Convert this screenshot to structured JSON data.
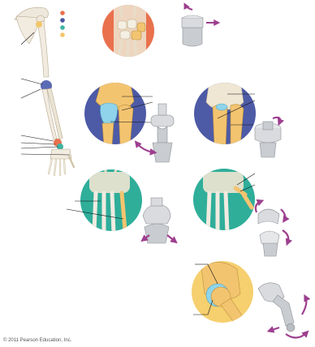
{
  "figure": {
    "credit": "© 2011 Pearson Education, Inc.",
    "legend_dots": [
      {
        "color": "#e9714d"
      },
      {
        "color": "#4a56a0"
      },
      {
        "color": "#3fb3a3"
      },
      {
        "color": "#f2c66b"
      }
    ],
    "panels": [
      {
        "id": "gliding",
        "bg": "#e9714d",
        "model": "plane"
      },
      {
        "id": "hinge",
        "bg": "#4d5aa6",
        "model": "hinge"
      },
      {
        "id": "pivot",
        "bg": "#4d5aa6",
        "model": "pivot"
      },
      {
        "id": "condyloid",
        "bg": "#2fae9a",
        "model": "condyloid"
      },
      {
        "id": "saddle",
        "bg": "#2fae9a",
        "model": "saddle"
      },
      {
        "id": "ball-and-socket",
        "bg": "#f6cf6e",
        "model": "ball"
      }
    ],
    "colors": {
      "bone": "#f2ead9",
      "bone_shadow": "#d6c7a6",
      "cartilage": "#8fd4ea",
      "highlight_bone": "#f3c470",
      "model_gray": "#c9ccd0",
      "model_dark": "#8c9096",
      "arrow": "#9d3f8f",
      "leader": "#111111"
    }
  }
}
